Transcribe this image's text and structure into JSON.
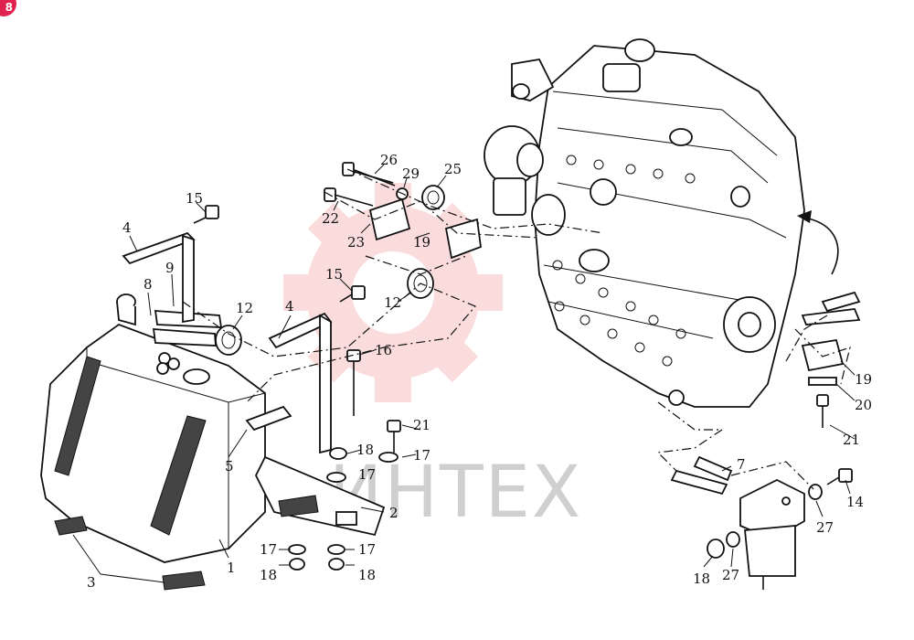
{
  "badge": {
    "text": "8",
    "color": "#e0234e"
  },
  "watermark": {
    "text": "ИНТЕХ",
    "gear_color": "#f4b3b3",
    "text_color": "#cfcfcf"
  },
  "callouts": {
    "c1": "1",
    "c2": "2",
    "c3": "3",
    "c4a": "4",
    "c4b": "4",
    "c5": "5",
    "c7": "7",
    "c8": "8",
    "c9": "9",
    "c12a": "12",
    "c12b": "12",
    "c14": "14",
    "c15a": "15",
    "c15b": "15",
    "c16": "16",
    "c17a": "17",
    "c17b": "17",
    "c17c": "17",
    "c17d": "17",
    "c18a": "18",
    "c18b": "18",
    "c18c": "18",
    "c18d": "18",
    "c19a": "19",
    "c19b": "19",
    "c20": "20",
    "c21a": "21",
    "c21b": "21",
    "c22": "22",
    "c23": "23",
    "c25": "25",
    "c26": "26",
    "c27a": "27",
    "c27b": "27",
    "c29": "29"
  }
}
